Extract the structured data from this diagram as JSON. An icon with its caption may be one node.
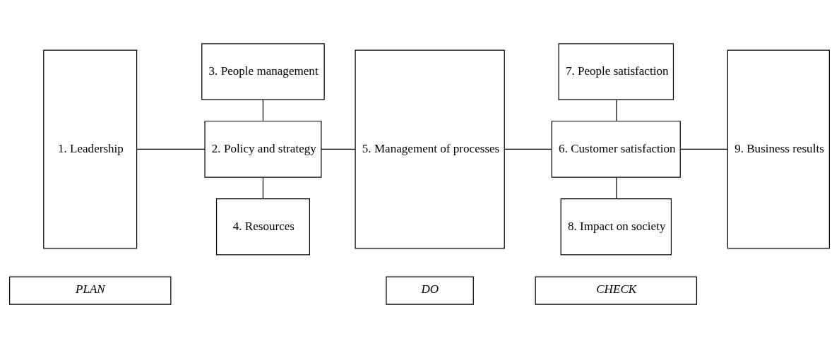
{
  "diagram": {
    "nodes": [
      {
        "text": [
          "PLAN"
        ]
      },
      {
        "text": [
          "DO"
        ]
      },
      {
        "text": [
          "CHECK"
        ]
      },
      {
        "text": [
          "1. Leadership"
        ]
      },
      {
        "text": [
          "3. People management"
        ]
      },
      {
        "text": [
          "2. Policy and strategy"
        ]
      },
      {
        "text": [
          "4. Resources"
        ]
      },
      {
        "text": [
          "5. Management of processes"
        ]
      },
      {
        "text": [
          "7. People satisfaction"
        ]
      },
      {
        "text": [
          "6. Customer satisfaction"
        ]
      },
      {
        "text": [
          "8. Impact on society"
        ]
      },
      {
        "text": [
          "9. Business results"
        ]
      }
    ],
    "edges": [
      {
        "from": 3,
        "to": 5,
        "arrow": "none"
      },
      {
        "from": 4,
        "to": 5,
        "arrow": "none"
      },
      {
        "from": 5,
        "to": 6,
        "arrow": "none"
      },
      {
        "from": 5,
        "to": 7,
        "arrow": "none"
      },
      {
        "from": 7,
        "to": 9,
        "arrow": "none"
      },
      {
        "from": 8,
        "to": 9,
        "arrow": "none"
      },
      {
        "from": 9,
        "to": 10,
        "arrow": "none"
      },
      {
        "from": 9,
        "to": 11,
        "arrow": "none"
      }
    ]
  }
}
